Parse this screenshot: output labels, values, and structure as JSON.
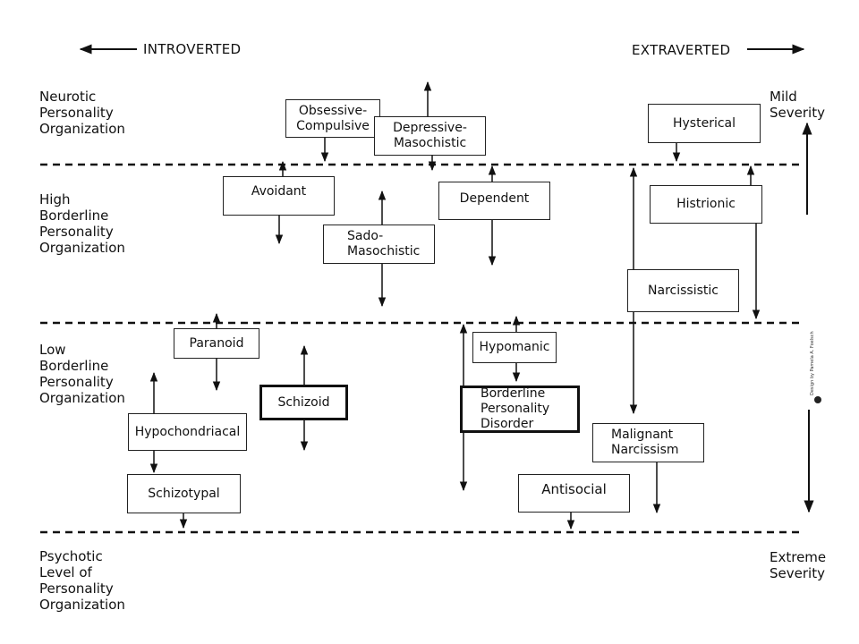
{
  "headers": {
    "introverted": "INTROVERTED",
    "extraverted": "EXTRAVERTED"
  },
  "levels": {
    "neurotic": "Neurotic\nPersonality\nOrganization",
    "high_borderline": "High\nBorderline\nPersonality\nOrganization",
    "low_borderline": "Low\nBorderline\nPersonality\nOrganization",
    "psychotic": "Psychotic\nLevel of\nPersonality\nOrganization"
  },
  "severity": {
    "mild": "Mild\nSeverity",
    "extreme": "Extreme\nSeverity"
  },
  "boxes": {
    "obsessive_compulsive": "Obsessive-\nCompulsive",
    "depressive_masochistic": "Depressive-\nMasochistic",
    "hysterical": "Hysterical",
    "avoidant": "Avoidant",
    "sado_masochistic": "Sado-\nMasochistic",
    "dependent": "Dependent",
    "histrionic": "Histrionic",
    "narcissistic": "Narcissistic",
    "paranoid": "Paranoid",
    "schizoid": "Schizoid",
    "hypochondriacal": "Hypochondriacal",
    "schizotypal": "Schizotypal",
    "hypomanic": "Hypomanic",
    "borderline": "Borderline\nPersonality\nDisorder",
    "malignant_narcissism": "Malignant\nNarcissism",
    "antisocial": "Antisocial"
  },
  "credit": "Design by Pamela A. Foelsch"
}
